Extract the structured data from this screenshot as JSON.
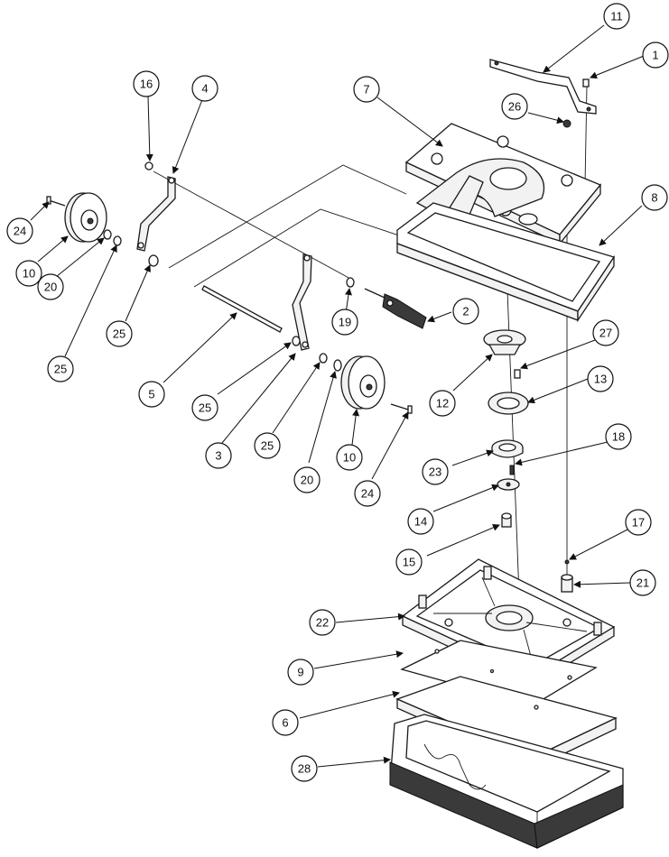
{
  "diagram": {
    "type": "exploded-parts-view",
    "callouts": [
      {
        "id": "c1",
        "label": "1"
      },
      {
        "id": "c2",
        "label": "2"
      },
      {
        "id": "c3",
        "label": "3"
      },
      {
        "id": "c4",
        "label": "4"
      },
      {
        "id": "c5",
        "label": "5"
      },
      {
        "id": "c6",
        "label": "6"
      },
      {
        "id": "c7",
        "label": "7"
      },
      {
        "id": "c8",
        "label": "8"
      },
      {
        "id": "c9",
        "label": "9"
      },
      {
        "id": "c10a",
        "label": "10"
      },
      {
        "id": "c10b",
        "label": "10"
      },
      {
        "id": "c11",
        "label": "11"
      },
      {
        "id": "c12",
        "label": "12"
      },
      {
        "id": "c13",
        "label": "13"
      },
      {
        "id": "c14",
        "label": "14"
      },
      {
        "id": "c15",
        "label": "15"
      },
      {
        "id": "c16",
        "label": "16"
      },
      {
        "id": "c17",
        "label": "17"
      },
      {
        "id": "c18",
        "label": "18"
      },
      {
        "id": "c19",
        "label": "19"
      },
      {
        "id": "c20a",
        "label": "20"
      },
      {
        "id": "c20b",
        "label": "20"
      },
      {
        "id": "c21",
        "label": "21"
      },
      {
        "id": "c22",
        "label": "22"
      },
      {
        "id": "c23",
        "label": "23"
      },
      {
        "id": "c24a",
        "label": "24"
      },
      {
        "id": "c24b",
        "label": "24"
      },
      {
        "id": "c25a",
        "label": "25"
      },
      {
        "id": "c25b",
        "label": "25"
      },
      {
        "id": "c25c",
        "label": "25"
      },
      {
        "id": "c25d",
        "label": "25"
      },
      {
        "id": "c26",
        "label": "26"
      },
      {
        "id": "c27",
        "label": "27"
      },
      {
        "id": "c28",
        "label": "28"
      }
    ]
  }
}
